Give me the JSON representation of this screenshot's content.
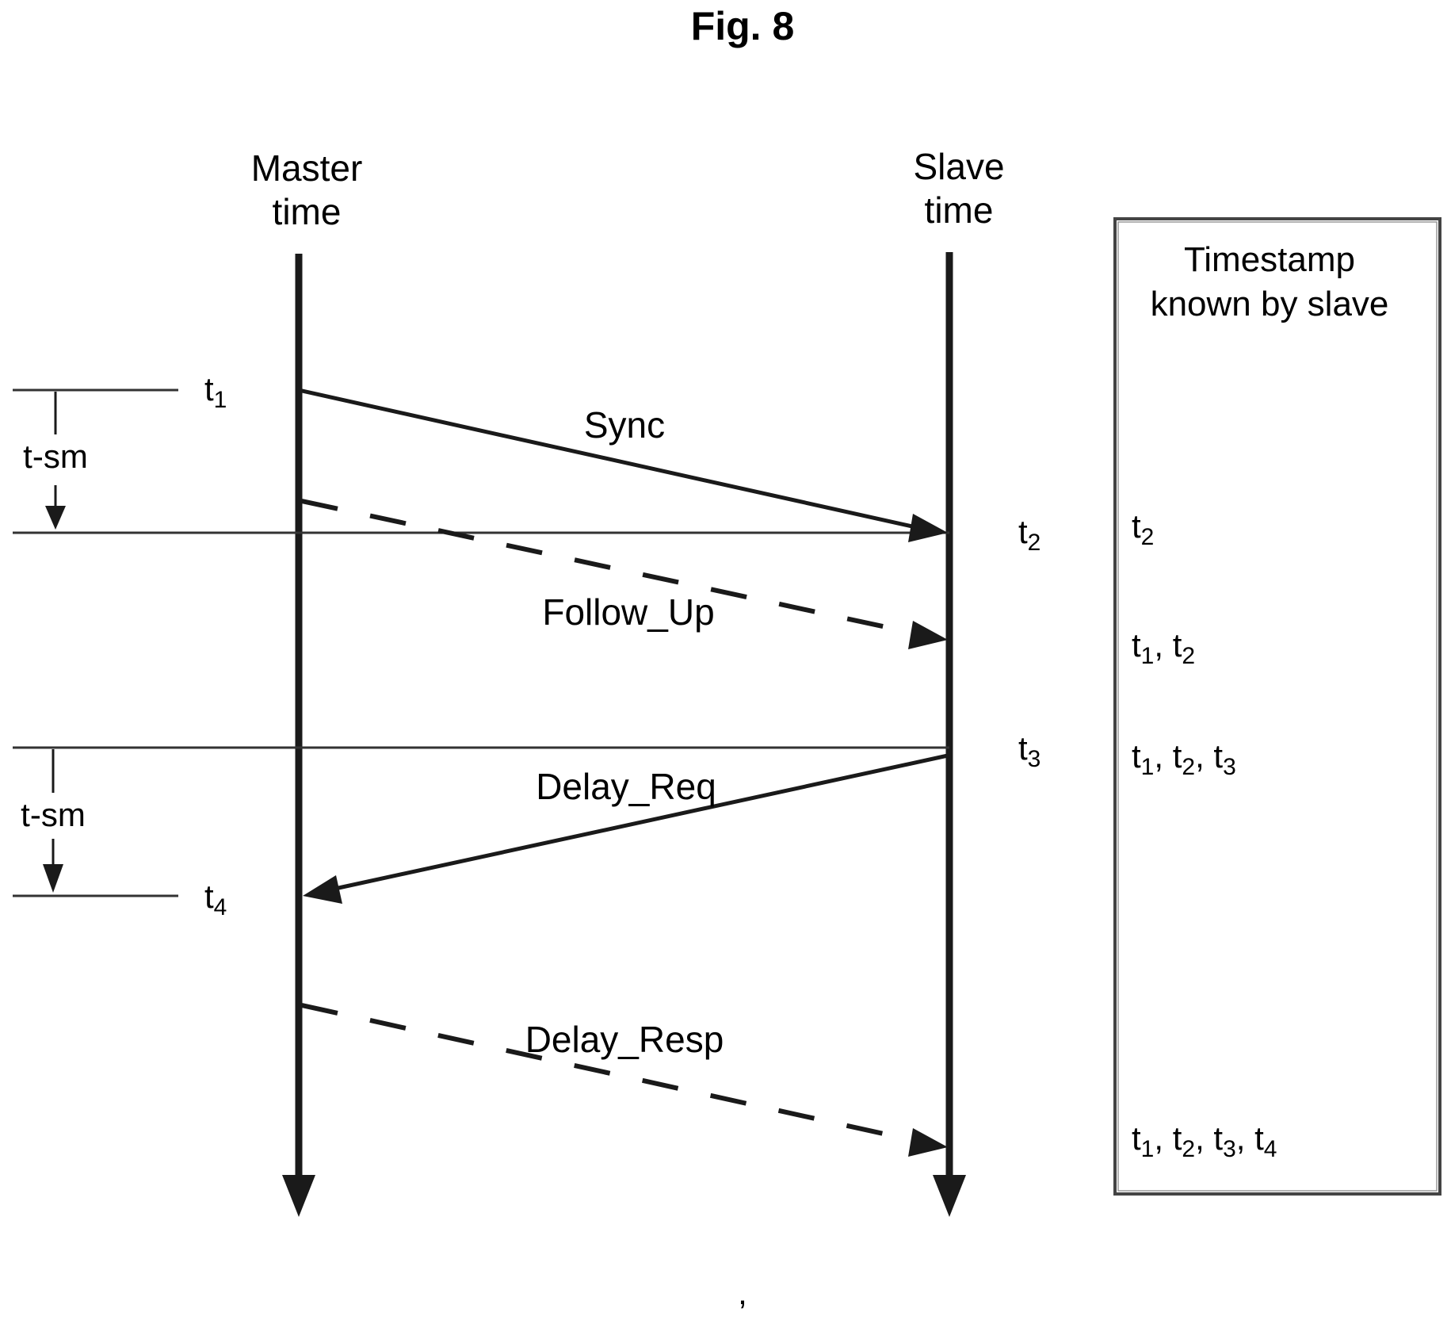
{
  "figure": {
    "title": "Fig. 8",
    "master_label": [
      "Master",
      "time"
    ],
    "slave_label": [
      "Slave",
      "time"
    ],
    "interval_label": "t-sm",
    "box_title": [
      "Timestamp",
      "known by slave"
    ],
    "footer_mark": ","
  },
  "messages": [
    {
      "id": "sync",
      "label": "Sync",
      "style": "solid",
      "direction": "master-to-slave"
    },
    {
      "id": "follow-up",
      "label": "Follow_Up",
      "style": "dashed",
      "direction": "master-to-slave"
    },
    {
      "id": "delay-req",
      "label": "Delay_Req",
      "style": "solid",
      "direction": "slave-to-master"
    },
    {
      "id": "delay-resp",
      "label": "Delay_Resp",
      "style": "dashed",
      "direction": "master-to-slave"
    }
  ],
  "timestamps": {
    "t1": {
      "base": "t",
      "sub": "1"
    },
    "t2": {
      "base": "t",
      "sub": "2"
    },
    "t3": {
      "base": "t",
      "sub": "3"
    },
    "t4": {
      "base": "t",
      "sub": "4"
    }
  },
  "known": [
    {
      "id": "after-sync",
      "entries": [
        "2"
      ]
    },
    {
      "id": "after-follow-up",
      "entries": [
        "1",
        "2"
      ]
    },
    {
      "id": "after-delay-req",
      "entries": [
        "1",
        "2",
        "3"
      ]
    },
    {
      "id": "after-delay-resp",
      "entries": [
        "1",
        "2",
        "3",
        "4"
      ]
    }
  ],
  "colors": {
    "line": "#1a1a1a",
    "box_border": "#444444"
  }
}
